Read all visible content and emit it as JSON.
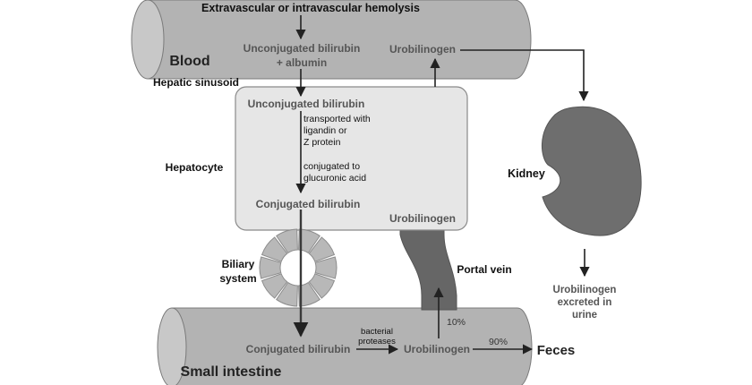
{
  "labels": {
    "hemolysis": "Extravascular or intravascular hemolysis",
    "blood": "Blood",
    "unconj_albumin_1": "Unconjugated bilirubin",
    "unconj_albumin_2": "+ albumin",
    "urobilinogen_blood": "Urobilinogen",
    "hepatic_sinusoid": "Hepatic sinusoid",
    "unconj_hepatocyte": "Unconjugated bilirubin",
    "transport_1": "transported with",
    "transport_2": "ligandin or",
    "transport_3": "Z protein",
    "conjugated_to_1": "conjugated to",
    "conjugated_to_2": "glucuronic acid",
    "hepatocyte": "Hepatocyte",
    "conj_hepatocyte": "Conjugated bilirubin",
    "urobilinogen_liver": "Urobilinogen",
    "kidney": "Kidney",
    "biliary_1": "Biliary",
    "biliary_2": "system",
    "portal_vein": "Portal vein",
    "urine_1": "Urobilinogen",
    "urine_2": "excreted in",
    "urine_3": "urine",
    "percent_10": "10%",
    "percent_90": "90%",
    "bacterial_1": "bacterial",
    "bacterial_2": "proteases",
    "conj_intestine": "Conjugated bilirubin",
    "urobilinogen_intestine": "Urobilinogen",
    "feces": "Feces",
    "small_intestine": "Small intestine"
  },
  "colors": {
    "tube": "#b3b3b3",
    "tube_end": "#c8c8c8",
    "tube_stroke": "#7a7a7a",
    "hepatocyte_fill": "#e6e6e6",
    "hepatocyte_stroke": "#8a8a8a",
    "kidney": "#6e6e6e",
    "portal_vein": "#666666",
    "biliary": "#b8b8b8",
    "arrow": "#222222",
    "label_gray": "#555555",
    "label_dark": "#222222"
  }
}
